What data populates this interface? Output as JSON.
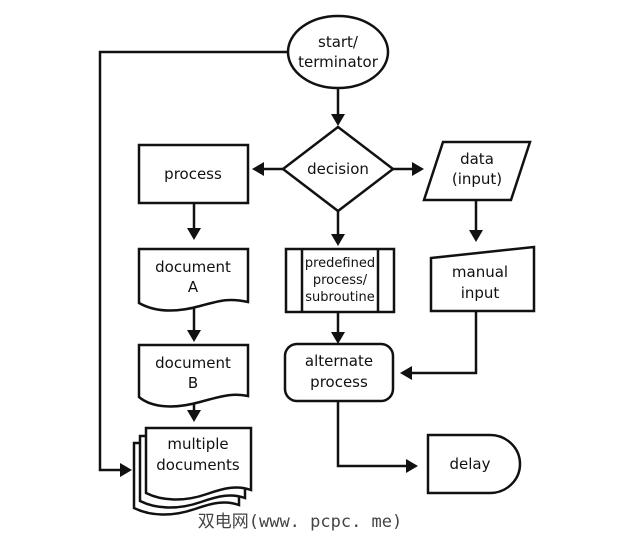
{
  "diagram": {
    "title": "Flowchart symbols",
    "nodes": {
      "start": {
        "label_lines": [
          "start/",
          "terminator"
        ],
        "shape": "ellipse"
      },
      "decision": {
        "label_lines": [
          "decision"
        ],
        "shape": "diamond"
      },
      "process": {
        "label_lines": [
          "process"
        ],
        "shape": "rectangle"
      },
      "data_input": {
        "label_lines": [
          "data",
          "(input)"
        ],
        "shape": "parallelogram"
      },
      "document_a": {
        "label_lines": [
          "document",
          "A"
        ],
        "shape": "document"
      },
      "predefined": {
        "label_lines": [
          "predefined",
          "process/",
          "subroutine"
        ],
        "shape": "predefined-process"
      },
      "manual_input": {
        "label_lines": [
          "manual",
          "input"
        ],
        "shape": "manual-input"
      },
      "document_b": {
        "label_lines": [
          "document",
          "B"
        ],
        "shape": "document"
      },
      "alternate": {
        "label_lines": [
          "alternate",
          "process"
        ],
        "shape": "rounded-rectangle"
      },
      "multiple_docs": {
        "label_lines": [
          "multiple",
          "documents"
        ],
        "shape": "multiple-documents"
      },
      "delay": {
        "label_lines": [
          "delay"
        ],
        "shape": "delay"
      }
    },
    "edges": [
      {
        "from": "start",
        "to": "decision"
      },
      {
        "from": "start",
        "to": "multiple_docs"
      },
      {
        "from": "decision",
        "to": "process"
      },
      {
        "from": "decision",
        "to": "data_input"
      },
      {
        "from": "decision",
        "to": "predefined"
      },
      {
        "from": "process",
        "to": "document_a"
      },
      {
        "from": "document_a",
        "to": "document_b"
      },
      {
        "from": "document_b",
        "to": "multiple_docs"
      },
      {
        "from": "data_input",
        "to": "manual_input"
      },
      {
        "from": "manual_input",
        "to": "alternate"
      },
      {
        "from": "predefined",
        "to": "alternate"
      },
      {
        "from": "alternate",
        "to": "delay"
      }
    ]
  },
  "watermark": "双电网(www. pcpc. me)"
}
